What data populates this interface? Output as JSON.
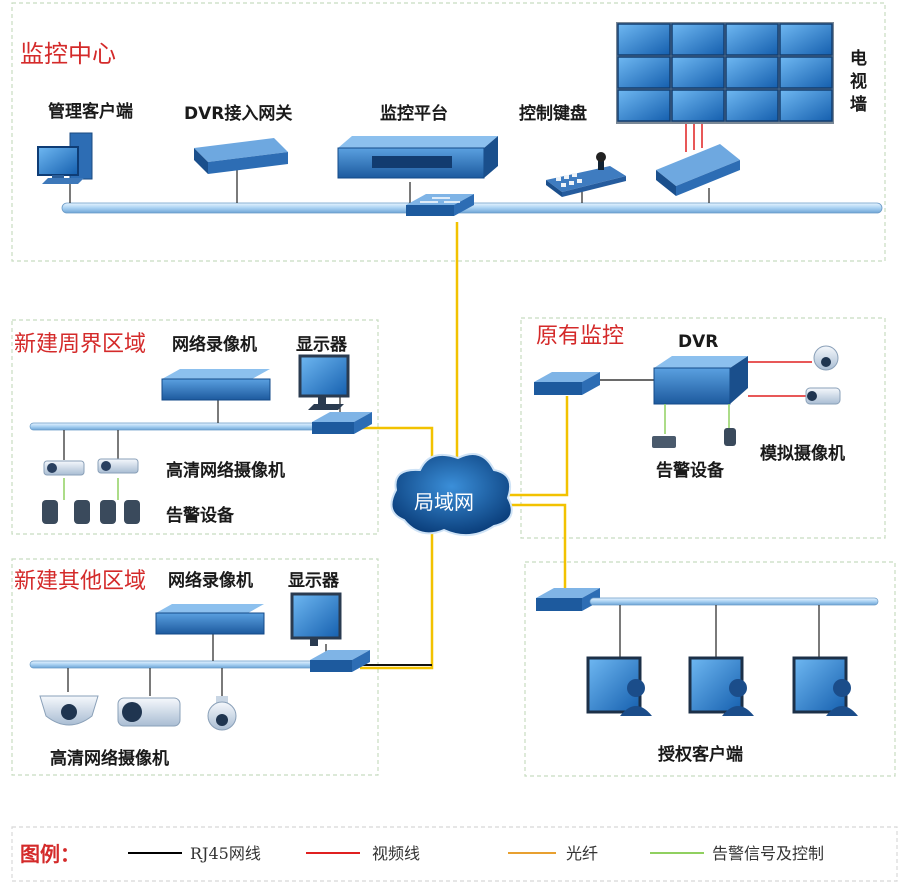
{
  "zones": {
    "center": "监控中心",
    "perimeter": "新建周界区域",
    "other": "新建其他区域",
    "legacy": "原有监控"
  },
  "labels": {
    "admin_client": "管理客户端",
    "dvr_gateway": "DVR接入网关",
    "platform": "监控平台",
    "keyboard": "控制键盘",
    "tv_wall": [
      "电",
      "视",
      "墙"
    ],
    "nvr_1": "网络录像机",
    "monitor_1": "显示器",
    "hd_cam_1": "高清网络摄像机",
    "alarm_1": "告警设备",
    "nvr_2": "网络录像机",
    "monitor_2": "显示器",
    "hd_cam_2": "高清网络摄像机",
    "dvr": "DVR",
    "alarm_2": "告警设备",
    "analog_cam": "模拟摄像机",
    "auth_client": "授权客户端",
    "lan": "局域网"
  },
  "legend": {
    "title": "图例：",
    "items": [
      {
        "label": "RJ45网线",
        "color": "#000000"
      },
      {
        "label": "视频线",
        "color": "#e02020"
      },
      {
        "label": "光纤",
        "color": "#e8a030"
      },
      {
        "label": "告警信号及控制",
        "color": "#90d060"
      }
    ]
  },
  "colors": {
    "zone_title": "#d42a2a",
    "fiber": "#f2c200",
    "device_blue": "#2b6cb0",
    "screen_blue": "#1f74c9"
  }
}
